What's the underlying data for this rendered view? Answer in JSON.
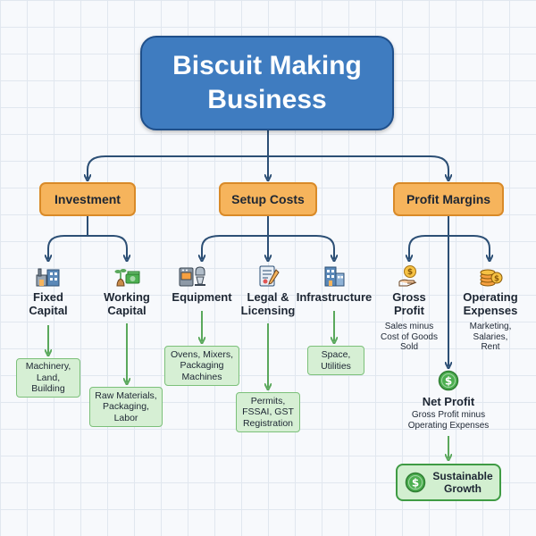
{
  "title": "Biscuit Making\nBusiness",
  "categories": {
    "investment": "Investment",
    "setup": "Setup Costs",
    "profit": "Profit Margins"
  },
  "items": {
    "fixed_capital": {
      "label": "Fixed\nCapital",
      "detail": "Machinery,\nLand,\nBuilding"
    },
    "working_capital": {
      "label": "Working\nCapital",
      "detail": "Raw Materials,\nPackaging,\nLabor"
    },
    "equipment": {
      "label": "Equipment",
      "detail": "Ovens, Mixers,\nPackaging\nMachines"
    },
    "legal": {
      "label": "Legal &\nLicensing",
      "detail": "Permits,\nFSSAI, GST\nRegistration"
    },
    "infrastructure": {
      "label": "Infrastructure",
      "detail": "Space,\nUtilities"
    },
    "gross_profit": {
      "label": "Gross\nProfit",
      "detail": "Sales minus\nCost of Goods\nSold"
    },
    "operating_expenses": {
      "label": "Operating\nExpenses",
      "detail": "Marketing,\nSalaries,\nRent"
    },
    "net_profit": {
      "label": "Net Profit",
      "detail": "Gross Profit minus\nOperating Expenses"
    }
  },
  "outcome": "Sustainable\nGrowth",
  "colors": {
    "title_fill": "#3f7cc0",
    "category_fill": "#f6b45c",
    "detail_fill": "#d6efd4",
    "blue_connector": "#2c4f75",
    "green_connector": "#5aa85c"
  },
  "icons": {
    "fixed_capital": "factory-icon",
    "working_capital": "money-plant-icon",
    "equipment": "oven-mixer-icon",
    "legal": "document-pen-icon",
    "infrastructure": "building-icon",
    "gross_profit": "coins-hand-icon",
    "operating_expenses": "coin-stack-icon",
    "net_profit": "dollar-coin-icon",
    "outcome": "dollar-coin-icon"
  }
}
